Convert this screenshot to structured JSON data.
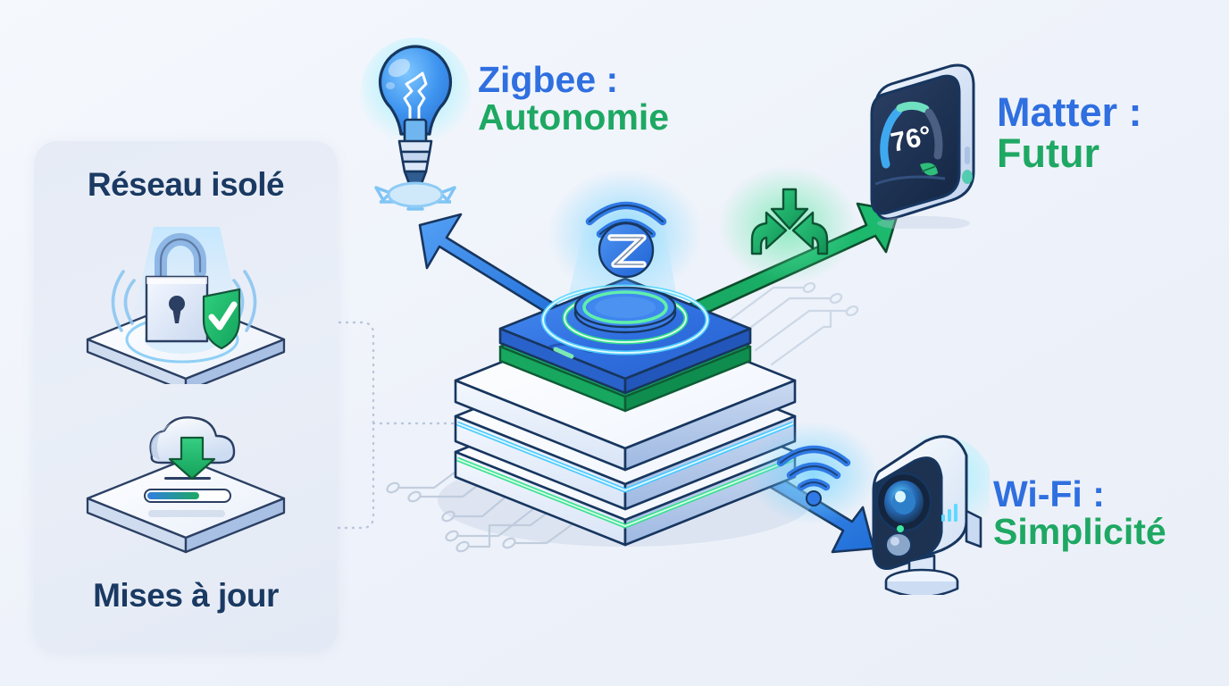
{
  "meta": {
    "title": "Smart Home Hub — Protocoles",
    "background_color": "#eef2f9",
    "accent_blue": "#2f6fe0",
    "accent_green": "#1ea863",
    "navy": "#1a3a63"
  },
  "side_panel": {
    "cards": [
      {
        "title": "Réseau isolé",
        "icon": "padlock-shield-icon",
        "icon_detail": "padlock with green check shield on isometric tile"
      },
      {
        "title": "Mises à jour",
        "icon": "cloud-download-progress-icon",
        "icon_detail": "cloud with green download arrow over progress bar on isometric tile"
      }
    ]
  },
  "hub": {
    "name": "smart-home-hub",
    "description": "Isometric stacked hub with glowing blue and green rings",
    "body_color": "#2f6fe0",
    "glow_color": "#2fe07a"
  },
  "protocols": [
    {
      "id": "zigbee",
      "line1": "Zigbee :",
      "line2": "Autonomie",
      "badge_icon": "zigbee-logo-icon",
      "device_icon": "light-bulb-icon",
      "arrow_icon": "arrow-up-left-icon",
      "arrow_color": "#2f84ec"
    },
    {
      "id": "matter",
      "line1": "Matter :",
      "line2": "Futur",
      "badge_icon": "matter-logo-icon",
      "device_icon": "thermostat-icon",
      "device_value": "76°",
      "arrow_icon": "arrow-up-right-icon",
      "arrow_color": "#17a35e"
    },
    {
      "id": "wifi",
      "line1": "Wi-Fi :",
      "line2": "Simplicité",
      "badge_icon": "wifi-signal-icon",
      "device_icon": "security-camera-icon",
      "arrow_icon": "arrow-down-right-icon",
      "arrow_color": "#2f84ec"
    }
  ],
  "decorations": {
    "circuit_traces": "pcb-trace-icon",
    "dotted_connector": "dotted-bracket-connector"
  }
}
